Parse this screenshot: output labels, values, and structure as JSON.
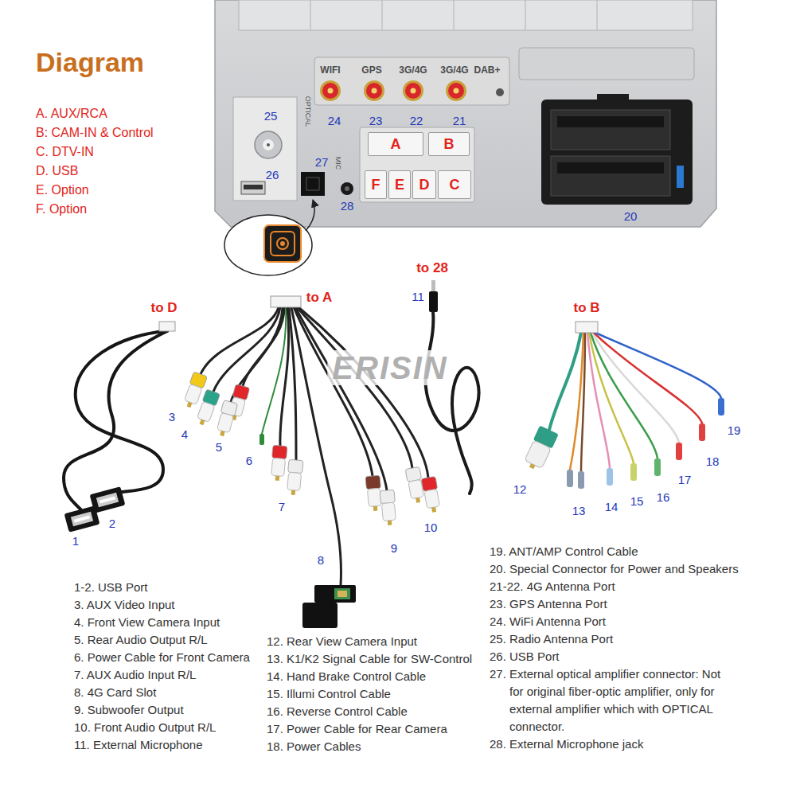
{
  "diagram": {
    "title": "Diagram",
    "nodes": [
      {
        "text": [
          "A"
        ]
      },
      {
        "text": [
          "B"
        ]
      },
      {
        "text": [
          "F"
        ]
      },
      {
        "text": [
          "E"
        ]
      },
      {
        "text": [
          "D"
        ]
      },
      {
        "text": [
          "C"
        ]
      }
    ],
    "labels": [
      "A. AUX/RCA",
      "B: CAM-IN & Control",
      "C. DTV-IN",
      "D. USB",
      "E. Option",
      "F. Option",
      "WIFI",
      "GPS",
      "3G/4G",
      "3G/4G",
      "DAB+",
      "OPTICAL",
      "MIC",
      "25",
      "24",
      "23",
      "22",
      "21",
      "27",
      "26",
      "28",
      "20",
      "to D",
      "to A",
      "to 28",
      "to B",
      "1",
      "2",
      "3",
      "4",
      "5",
      "6",
      "7",
      "8",
      "9",
      "10",
      "11",
      "12",
      "13",
      "14",
      "15",
      "16",
      "17",
      "18",
      "19",
      "ERISIN",
      "1-2. USB Port",
      "3. AUX Video Input",
      "4. Front View Camera Input",
      "5. Rear Audio Output R/L",
      "6. Power Cable for Front Camera",
      "7. AUX Audio Input R/L",
      "8. 4G Card Slot",
      "9. Subwoofer Output",
      "10. Front Audio Output R/L",
      "11. External Microphone",
      "12. Rear View Camera Input",
      "13. K1/K2 Signal Cable for SW-Control",
      "14. Hand Brake Control Cable",
      "15. Illumi Control Cable",
      "16. Reverse Control Cable",
      "17. Power Cable for Rear Camera",
      "18. Power Cables",
      "19. ANT/AMP Control Cable",
      "20. Special Connector for Power and Speakers",
      "21-22. 4G Antenna Port",
      "23. GPS Antenna Port",
      "24. WiFi Antenna Port",
      "25. Radio Antenna Port",
      "26. USB Port",
      "27. External optical amplifier connector: Not for original fiber-optic amplifier, only for external amplifier which with OPTICAL connector.",
      "28. External Microphone jack"
    ]
  }
}
